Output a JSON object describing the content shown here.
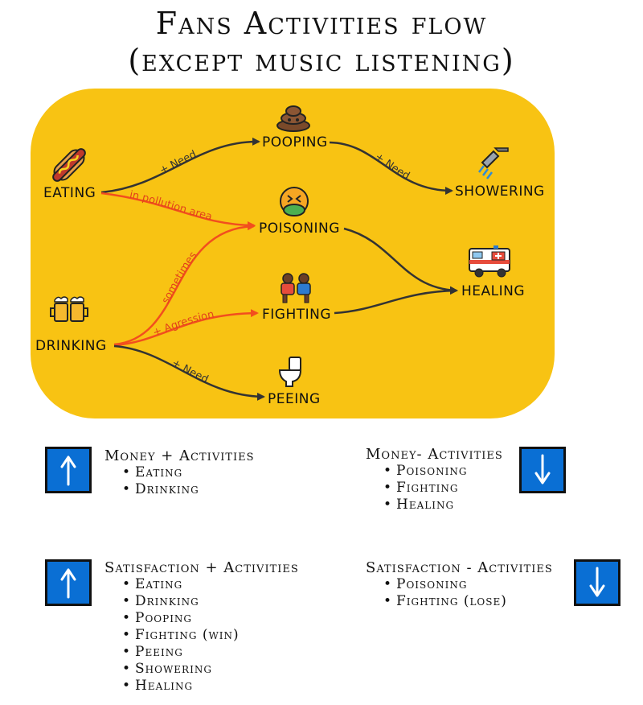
{
  "title": {
    "line1": "Fans Activities flow",
    "line2": "(except music listening)"
  },
  "nodes": {
    "eating": "EATING",
    "drinking": "DRINKING",
    "pooping": "POOPING",
    "poisoning": "POISONING",
    "fighting": "FIGHTING",
    "peeing": "PEEING",
    "showering": "SHOWERING",
    "healing": "HEALING"
  },
  "edge_labels": {
    "eating_pooping": "+ Need",
    "pooping_showering": "+ Need",
    "eating_poisoning": "in pollution area",
    "drinking_poisoning": "sometimes",
    "drinking_fighting": "+ Agression",
    "drinking_peeing": "+ Need"
  },
  "icons": {
    "eating": "hotdog-icon",
    "drinking": "beer-mugs-icon",
    "pooping": "poop-icon",
    "poisoning": "nauseated-face-icon",
    "fighting": "wrestlers-icon",
    "peeing": "toilet-icon",
    "showering": "shower-icon",
    "healing": "ambulance-icon"
  },
  "colors": {
    "panel": "#F8C313",
    "edge_dark": "#333333",
    "edge_orange": "#F24E1E",
    "arrow_box": "#0A6FD4"
  },
  "legend": {
    "money_plus": {
      "heading": "Money + Activities",
      "arrow": "up",
      "items": [
        "Eating",
        "Drinking"
      ]
    },
    "money_minus": {
      "heading": "Money- Activities",
      "arrow": "down",
      "items": [
        "Poisoning",
        "Fighting",
        "Healing"
      ]
    },
    "satisfaction_plus": {
      "heading": "Satisfaction + Activities",
      "arrow": "up",
      "items": [
        "Eating",
        "Drinking",
        "Pooping",
        "Fighting (win)",
        "Peeing",
        "Showering",
        "Healing"
      ]
    },
    "satisfaction_minus": {
      "heading": "Satisfaction - Activities",
      "arrow": "down",
      "items": [
        "Poisoning",
        "Fighting (lose)"
      ]
    }
  }
}
